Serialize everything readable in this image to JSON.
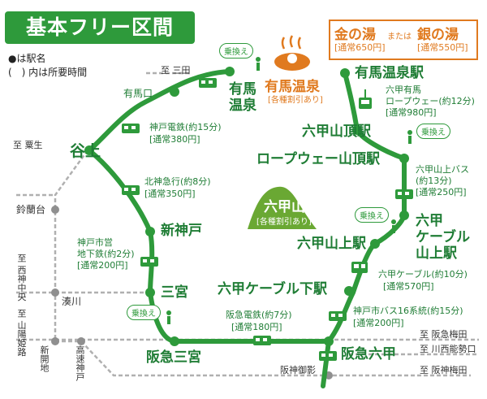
{
  "title": "基本フリー区間",
  "legend": {
    "dot_label": "●は駅名",
    "paren_label": "(　) 内は所要時間"
  },
  "colors": {
    "line": "#2e9a3b",
    "gray": "#b0b0b0",
    "orange": "#e07a1f",
    "mountain": "#6aa833"
  },
  "onsen": {
    "kin_label": "金の湯",
    "kin_fare": "[通常650円]",
    "mata_label": "または",
    "gin_label": "銀の湯",
    "gin_fare": "[通常550円]",
    "name": "有馬温泉",
    "note": "[各種割引あり]"
  },
  "mountain": {
    "name": "六甲山",
    "note": "[各種割引あり]"
  },
  "stations": {
    "arima_onsen": "有馬\n温泉",
    "arima_onsen_eki": "有馬温泉駅",
    "arimaguchi": "有馬口",
    "tanigami": "谷上",
    "shinkobe": "新神戸",
    "sannomiya": "三宮",
    "hankyu_sannomiya": "阪急三宮",
    "hankyu_rokko": "阪急六甲",
    "cable_shita": "六甲ケーブル下駅",
    "rokkosanjo": "六甲山上駅",
    "cable_sanjo": "六甲\nケーブル\n山上駅",
    "ropeway_sancho": "ロープウェー山頂駅",
    "rokkosancho": "六甲山頂駅",
    "minatogawa": "湊川",
    "suzurandai": "鈴蘭台"
  },
  "routes": {
    "shintetsu": "神戸電鉄",
    "shintetsu_time": "(約15分)",
    "shintetsu_fare": "[通常380円]",
    "hokushin": "北神急行",
    "hokushin_time": "(約8分)",
    "hokushin_fare": "[通常350円]",
    "subway_1": "神戸市営",
    "subway_2": "地下鉄",
    "subway_time": "(約2分)",
    "subway_fare": "[通常200円]",
    "hankyu": "阪急電鉄",
    "hankyu_time": "(約7分)",
    "hankyu_fare": "[通常180円]",
    "bus16": "神戸市バス16系統",
    "bus16_time": "(約15分)",
    "bus16_fare": "[通常200円]",
    "cable": "六甲ケーブル",
    "cable_time": "(約10分)",
    "cable_fare": "[通常570円]",
    "sanjobus": "六甲山上バス",
    "sanjobus_time": "(約13分)",
    "sanjobus_fare": "[通常250円]",
    "ropeway_1": "六甲有馬",
    "ropeway_2": "ロープウェー",
    "ropeway_time": "(約12分)",
    "ropeway_fare": "[通常980円]"
  },
  "transfer": "乗換え",
  "destinations": {
    "sanda": "至 三田",
    "awaji": "至 粟生",
    "nishi_shinkaichi": "至 西神中央",
    "sanyo_himeji": "至 山陽姫路",
    "shinkaichi": "新開地",
    "kosoku_kobe": "高速神戸",
    "hankyu_umeda": "至 阪急梅田",
    "jr_nishinomiya": "至 川西能勢口",
    "hanshin_umeda": "至 阪神梅田",
    "hanshin_mikage": "阪神御影"
  }
}
